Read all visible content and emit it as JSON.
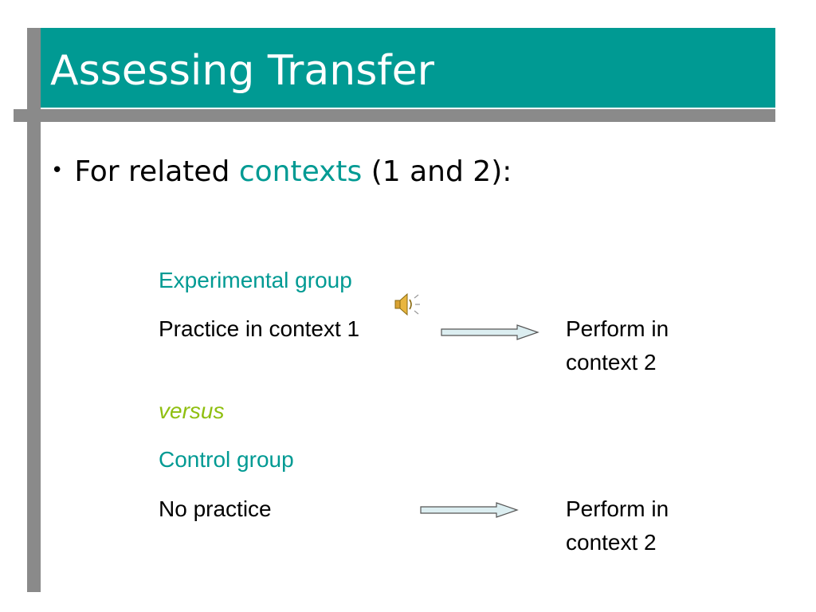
{
  "slide": {
    "title": "Assessing Transfer",
    "bullet": {
      "prefix": "For related ",
      "highlight": "contexts",
      "suffix": " (1 and 2):"
    },
    "experimental": {
      "heading": "Experimental group",
      "practice": "Practice in context 1",
      "perform_line1": "Perform in",
      "perform_line2": "context 2"
    },
    "versus": "versus",
    "control": {
      "heading": "Control group",
      "practice": "No practice",
      "perform_line1": "Perform in",
      "perform_line2": "context 2"
    },
    "icons": {
      "sound": "speaker-icon",
      "arrow": "arrow-right-icon"
    },
    "colors": {
      "title_band": "#009a93",
      "accent_text": "#009a93",
      "versus_text": "#8fbf10",
      "frame_bars": "#8a8a8a",
      "arrow_fill": "#dceef1"
    }
  }
}
